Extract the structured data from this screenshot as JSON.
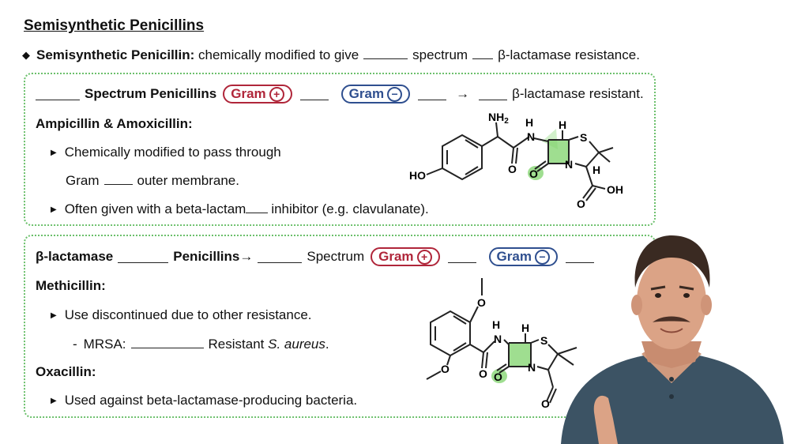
{
  "title": "Semisynthetic Penicillins",
  "intro": {
    "term": "Semisynthetic Penicillin:",
    "text1": "chemically modified to give",
    "text2": "spectrum",
    "text3": "β-lactamase resistance."
  },
  "box1": {
    "heading_label": "Spectrum Penicillins",
    "gram_pos": "Gram",
    "gram_neg": "Gram",
    "arrow": "→",
    "resistant_text": "β-lactamase resistant.",
    "subheading": "Ampicillin & Amoxicillin:",
    "item1_line1": "Chemically modified to pass through",
    "item1_line2_a": "Gram",
    "item1_line2_b": "outer membrane.",
    "item2_a": "Often given with a beta-lactam",
    "item2_b": "inhibitor (e.g. clavulanate)."
  },
  "box2": {
    "heading_a": "β-lactamase",
    "heading_b": "Penicillins→",
    "heading_c": "Spectrum",
    "gram_pos": "Gram",
    "gram_neg": "Gram",
    "sub1": "Methicillin:",
    "item1": "Use discontinued due to other resistance.",
    "mrsa_a": "MRSA:",
    "mrsa_b": "Resistant",
    "mrsa_c": "S. aureus",
    "mrsa_d": ".",
    "sub2": "Oxacillin:",
    "item2": "Used against beta-lactamase-producing bacteria."
  },
  "molecule1": {
    "nh2": "NH",
    "nh2_sub": "2",
    "h1": "H",
    "n1": "N",
    "h2": "H",
    "s": "S",
    "n2": "N",
    "h3": "H",
    "o1": "O",
    "ho": "HO",
    "o2": "O",
    "oh": "OH",
    "o3": "O"
  },
  "molecule2": {
    "o_top": "O",
    "h1": "H",
    "n1": "N",
    "h2": "H",
    "s": "S",
    "n2": "N",
    "o1": "O",
    "o2": "O",
    "o_bot": "O",
    "o3": "O"
  },
  "colors": {
    "highlight": "#7fd36b",
    "gram_pos": "#b0263a",
    "gram_neg": "#2f4f8f",
    "box_border": "#6cc06c"
  }
}
